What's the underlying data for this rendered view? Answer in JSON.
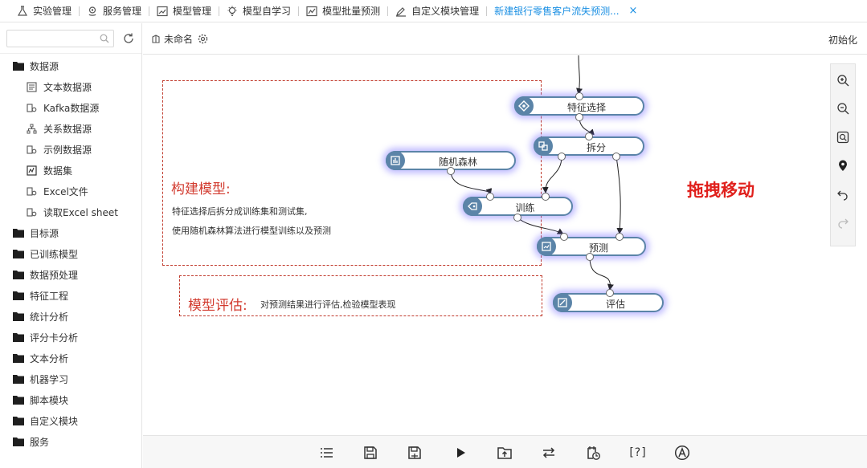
{
  "tabs": [
    {
      "label": "实验管理",
      "icon": "flask-icon"
    },
    {
      "label": "服务管理",
      "icon": "location-icon"
    },
    {
      "label": "模型管理",
      "icon": "chart-icon"
    },
    {
      "label": "模型自学习",
      "icon": "bulb-icon"
    },
    {
      "label": "模型批量预测",
      "icon": "trend-icon"
    },
    {
      "label": "自定义模块管理",
      "icon": "edit-icon"
    },
    {
      "label": "新建银行零售客户流失预测...",
      "icon": "",
      "active": true
    }
  ],
  "close_symbol": "×",
  "search": {
    "placeholder": "",
    "value": ""
  },
  "sidebar": {
    "items": [
      {
        "label": "数据源",
        "level": 1
      },
      {
        "label": "文本数据源",
        "level": 2,
        "icon": "text-file-icon"
      },
      {
        "label": "Kafka数据源",
        "level": 2,
        "icon": "db-icon"
      },
      {
        "label": "关系数据源",
        "level": 2,
        "icon": "relation-icon"
      },
      {
        "label": "示例数据源",
        "level": 2,
        "icon": "db-icon"
      },
      {
        "label": "数据集",
        "level": 2,
        "icon": "dataset-icon"
      },
      {
        "label": "Excel文件",
        "level": 2,
        "icon": "db-icon"
      },
      {
        "label": "读取Excel sheet",
        "level": 2,
        "icon": "db-icon"
      },
      {
        "label": "目标源",
        "level": 1
      },
      {
        "label": "已训练模型",
        "level": 1
      },
      {
        "label": "数据预处理",
        "level": 1
      },
      {
        "label": "特征工程",
        "level": 1
      },
      {
        "label": "统计分析",
        "level": 1
      },
      {
        "label": "评分卡分析",
        "level": 1
      },
      {
        "label": "文本分析",
        "level": 1
      },
      {
        "label": "机器学习",
        "level": 1
      },
      {
        "label": "脚本模块",
        "level": 1
      },
      {
        "label": "自定义模块",
        "level": 1
      },
      {
        "label": "服务",
        "level": 1
      }
    ]
  },
  "canvas_header": {
    "name": "未命名",
    "init_label": "初始化"
  },
  "annotations": {
    "build_title": "构建模型:",
    "build_line1": "特征选择后拆分成训练集和测试集,",
    "build_line2": "使用随机森林算法进行模型训练以及预测",
    "eval_title": "模型评估:",
    "eval_text": "对预测结果进行评估,检验模型表现",
    "drag_hint": "拖拽移动"
  },
  "flow_nodes": {
    "feature_select": "特征选择",
    "split": "拆分",
    "random_forest": "随机森林",
    "train": "训练",
    "predict": "预测",
    "evaluate": "评估"
  },
  "bottom_help": "[?]",
  "colors": {
    "accent": "#1a8fe3",
    "node_border": "#5b84a8",
    "annotation_red": "#d23b2f",
    "hint_red": "#e0201c"
  }
}
